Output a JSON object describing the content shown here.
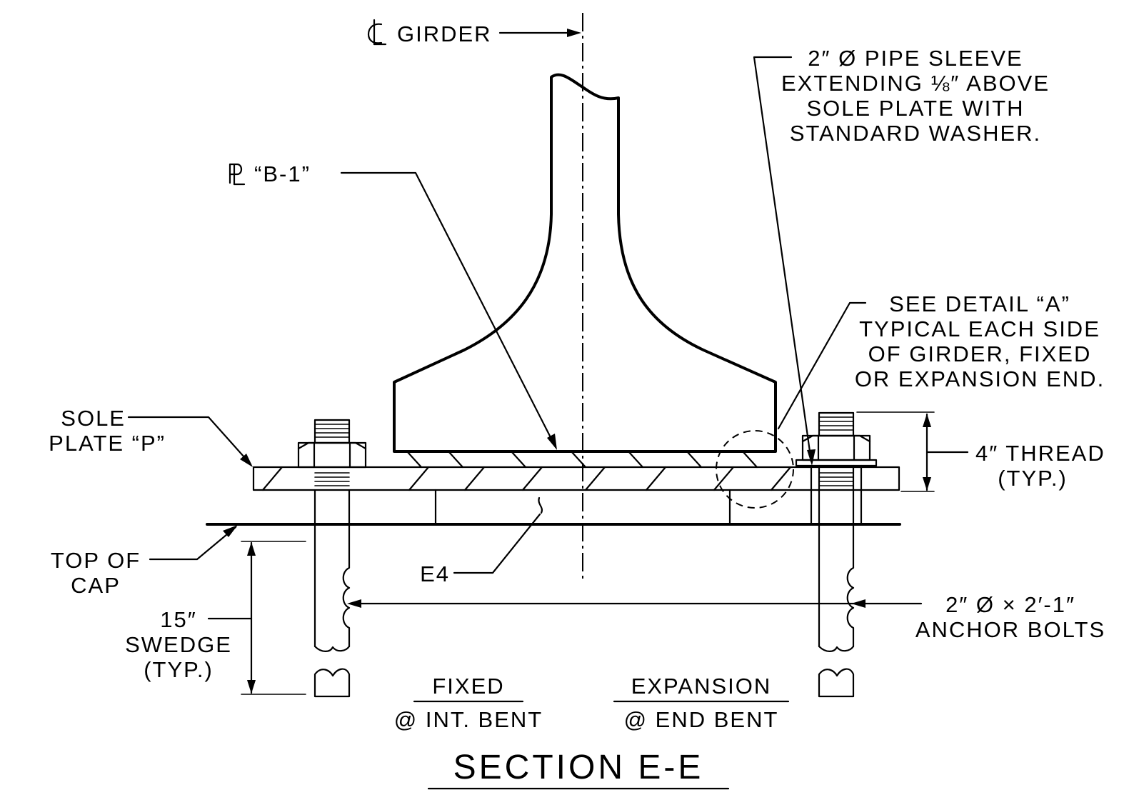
{
  "drawing": {
    "title": "SECTION E-E",
    "labels": {
      "cl_girder": "GIRDER",
      "pl_b1": "“B-1”",
      "pipe_sleeve": [
        "2″ Ø PIPE SLEEVE",
        "EXTENDING ⅛″ ABOVE",
        "SOLE PLATE WITH",
        "STANDARD WASHER."
      ],
      "see_detail": [
        "SEE DETAIL “A”",
        "TYPICAL EACH SIDE",
        "OF GIRDER, FIXED",
        "OR EXPANSION END."
      ],
      "sole_plate": [
        "SOLE",
        "PLATE “P”"
      ],
      "thread": [
        "4″ THREAD",
        "(TYP.)"
      ],
      "top_of_cap": [
        "TOP OF",
        "CAP"
      ],
      "e4": "E4",
      "swedge": [
        "15″",
        "SWEDGE",
        "(TYP.)"
      ],
      "anchor_bolts": [
        "2″ Ø × 2′-1″",
        "ANCHOR BOLTS"
      ],
      "fixed": [
        "FIXED",
        "@ INT. BENT"
      ],
      "expansion": [
        "EXPANSION",
        "@ END BENT"
      ]
    }
  }
}
